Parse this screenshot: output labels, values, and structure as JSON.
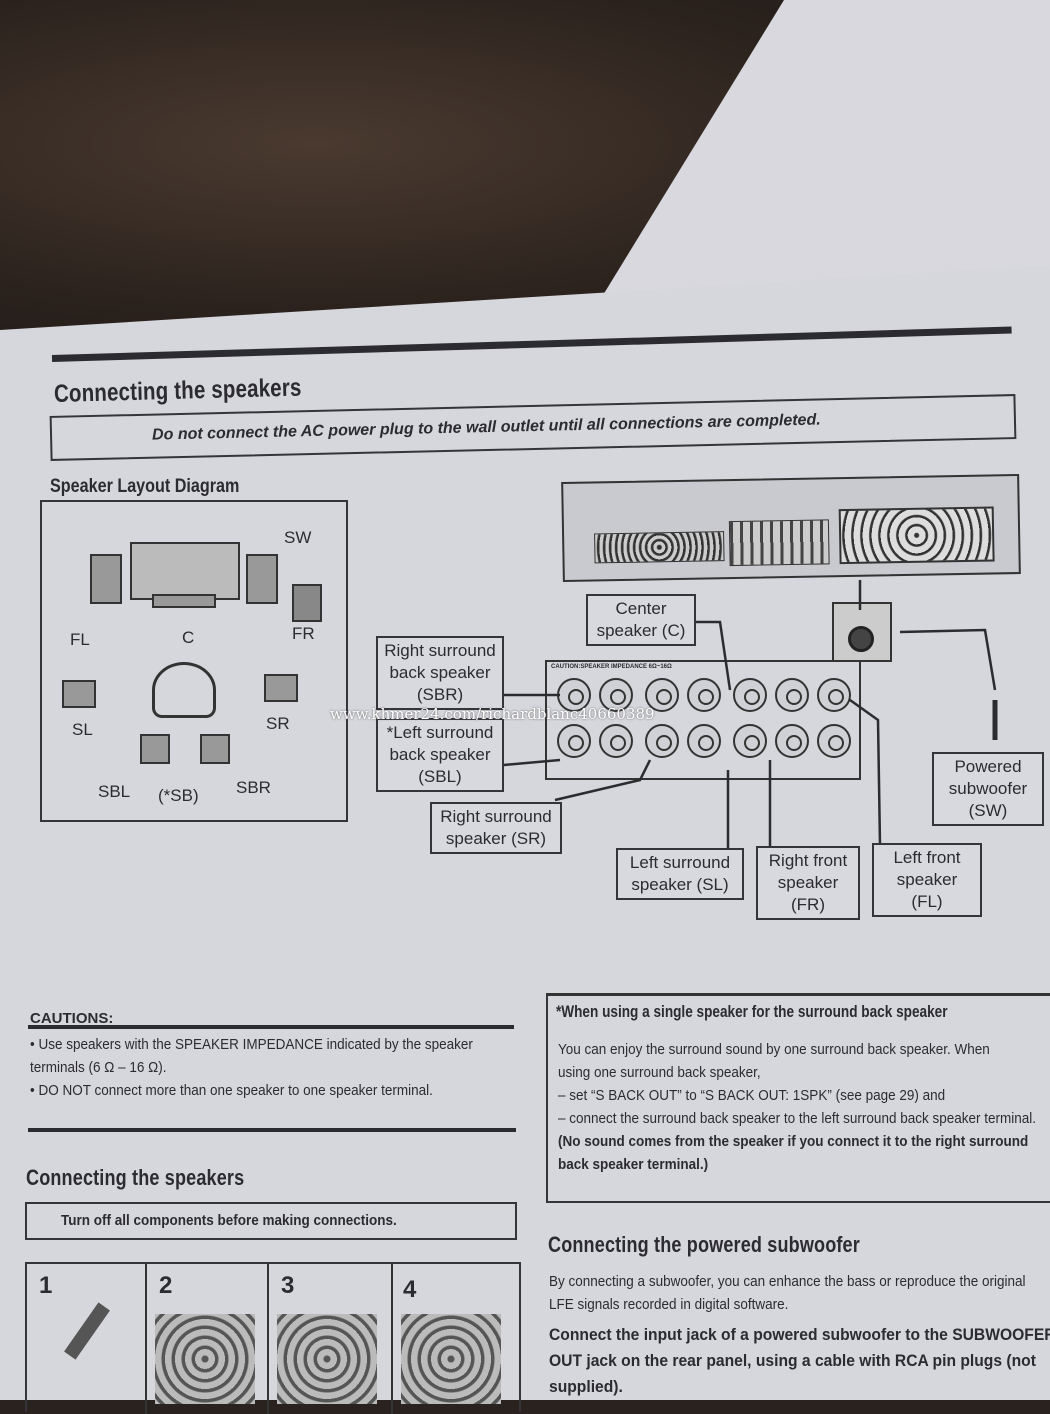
{
  "section_title": "Connecting the speakers",
  "warning": "Do not connect the AC power plug to the wall outlet until all connections are completed.",
  "layout_diagram": {
    "title": "Speaker Layout Diagram",
    "labels": {
      "sw": "SW",
      "fl": "FL",
      "c": "C",
      "fr": "FR",
      "sl": "SL",
      "sr": "SR",
      "sbl": "SBL",
      "sb": "(*SB)",
      "sbr": "SBR"
    }
  },
  "connection_diagram": {
    "center": [
      "Center",
      "speaker (C)"
    ],
    "sbr": [
      "Right surround",
      "back speaker",
      "(SBR)"
    ],
    "sbl": [
      "*Left surround",
      "back speaker",
      "(SBL)"
    ],
    "sr": [
      "Right surround",
      "speaker (SR)"
    ],
    "sl": [
      "Left surround",
      "speaker (SL)"
    ],
    "fr": [
      "Right front",
      "speaker",
      "(FR)"
    ],
    "fl": [
      "Left front",
      "speaker",
      "(FL)"
    ],
    "sw": [
      "Powered",
      "subwoofer",
      "(SW)"
    ],
    "caution_strip": "CAUTION:SPEAKER IMPEDANCE 6Ω~16Ω"
  },
  "watermark": "www.khmer24.com/richardblanc40660389",
  "cautions": {
    "title": "CAUTIONS:",
    "items": [
      "Use speakers with the SPEAKER IMPEDANCE indicated by the speaker terminals (6 Ω – 16 Ω).",
      "DO NOT connect more than one speaker to one speaker terminal."
    ]
  },
  "connecting": {
    "title": "Connecting the speakers",
    "note": "Turn off all components before making connections.",
    "steps": [
      "1",
      "2",
      "3",
      "4"
    ]
  },
  "single_speaker": {
    "title": "*When using a single speaker for the surround back speaker",
    "body": "You can enjoy the surround sound by one surround back speaker. When using one surround back speaker,",
    "item1": "– set “S BACK OUT” to “S BACK OUT: 1SPK” (see page 29) and",
    "item2": "– connect the surround back speaker to the left surround back speaker terminal.",
    "item2_bold": "(No sound comes from the speaker if you connect it to the right surround back speaker terminal.)"
  },
  "subwoofer": {
    "title": "Connecting the powered subwoofer",
    "body": "By connecting a subwoofer, you can enhance the bass or reproduce the original LFE signals recorded in digital software.",
    "bold": "Connect the input jack of a powered subwoofer to the SUBWOOFER OUT jack on the rear panel, using a cable with RCA pin plugs (not supplied)."
  }
}
